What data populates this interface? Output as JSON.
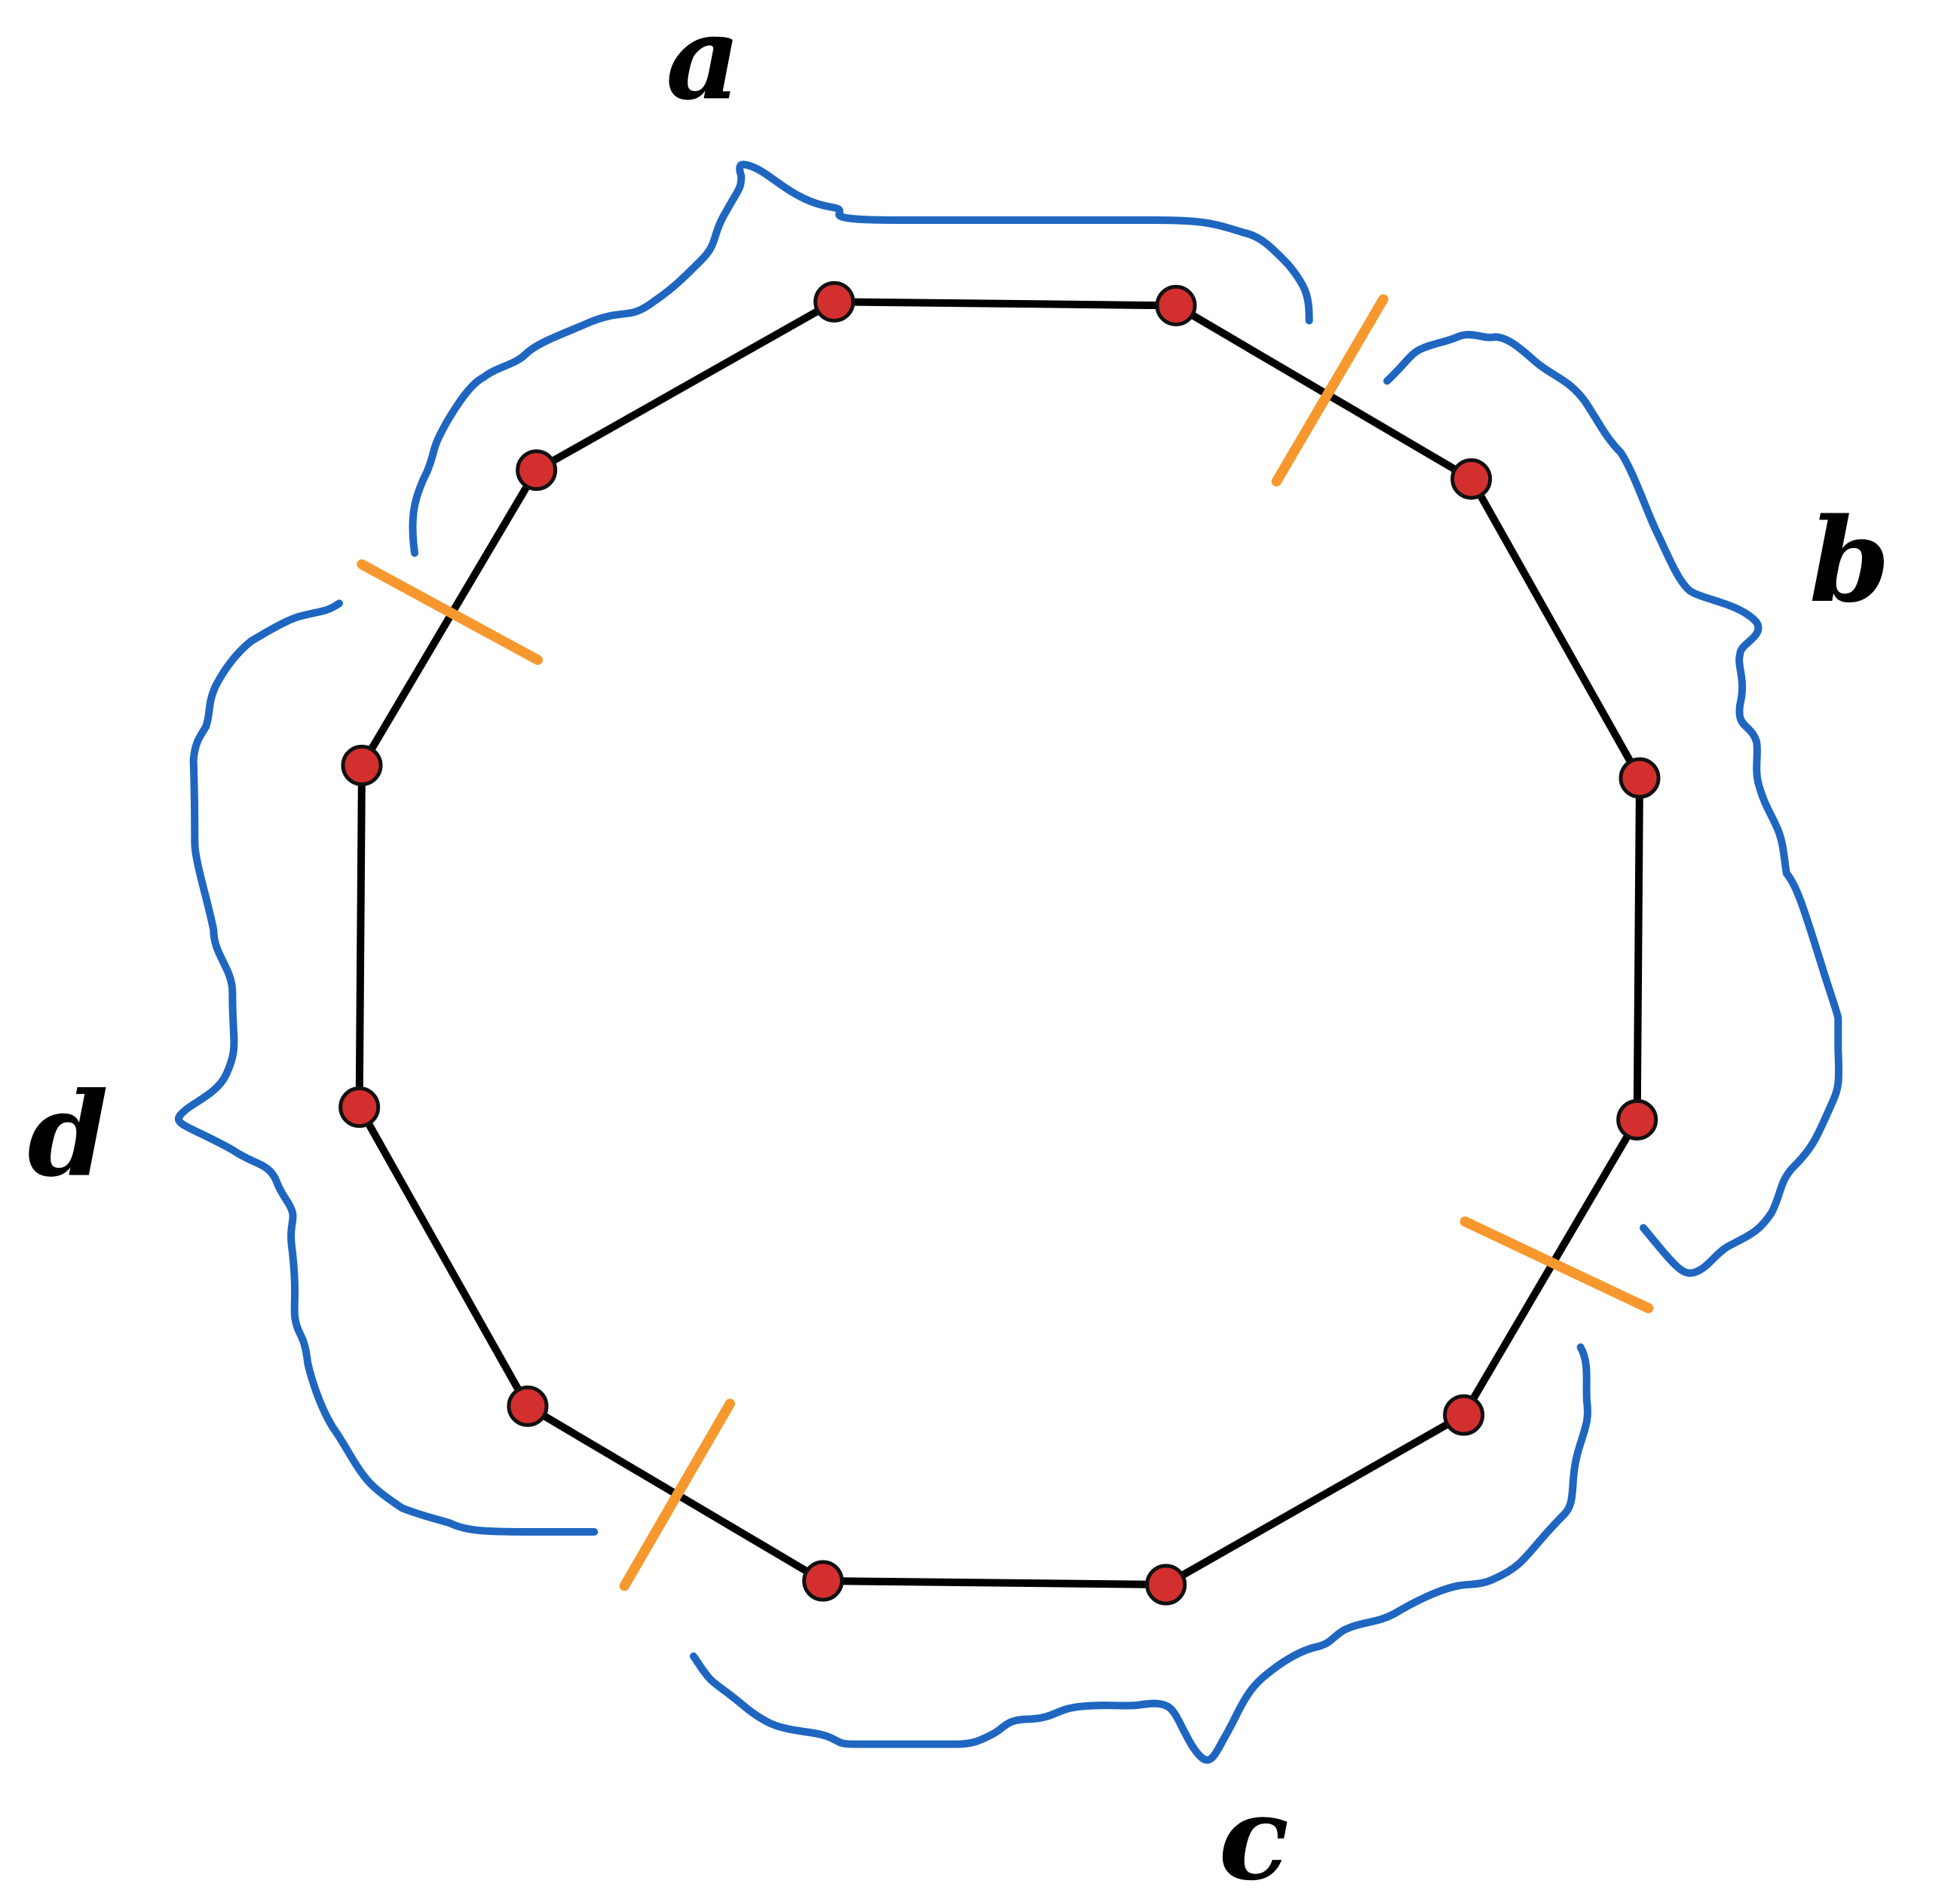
{
  "labels": {
    "a": "a",
    "b": "b",
    "c": "c",
    "d": "d"
  },
  "colors": {
    "polygon_edge": "#000000",
    "vertex_fill": "#d32f2f",
    "cut_line": "#f7982f",
    "bracket": "#1f66c0"
  },
  "polygon": {
    "vertex_count": 12
  }
}
